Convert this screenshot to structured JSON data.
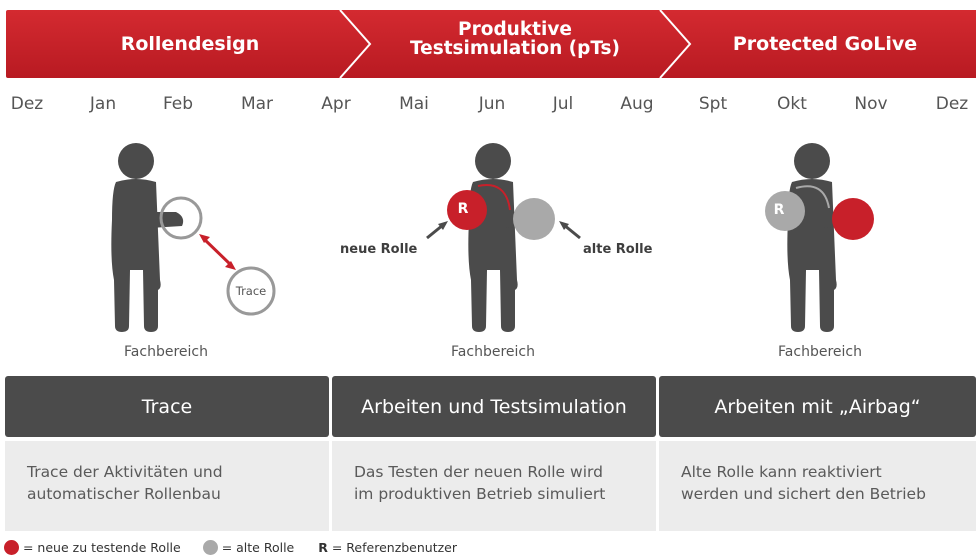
{
  "phases": [
    {
      "label": "Rollendesign"
    },
    {
      "label_line1": "Produktive",
      "label_line2": "Testsimulation (pTs)"
    },
    {
      "label": "Protected GoLive"
    }
  ],
  "months": [
    "Dez",
    "Jan",
    "Feb",
    "Mar",
    "Apr",
    "Mai",
    "Jun",
    "Jul",
    "Aug",
    "Spt",
    "Okt",
    "Nov",
    "Dez"
  ],
  "figures": {
    "left": {
      "label": "Fachbereich",
      "trace_label": "Trace"
    },
    "center": {
      "label": "Fachbereich",
      "r_label": "R",
      "new_role_label": "neue Rolle",
      "old_role_label": "alte Rolle"
    },
    "right": {
      "label": "Fachbereich",
      "r_label": "R"
    }
  },
  "cards": [
    {
      "title": "Trace",
      "line1": "Trace der Aktivitäten und",
      "line2": "automatischer Rollenbau"
    },
    {
      "title": "Arbeiten und Testsimulation",
      "line1": "Das Testen der neuen Rolle wird",
      "line2": "im produktiven Betrieb simuliert"
    },
    {
      "title": "Arbeiten mit „Airbag“",
      "line1": "Alte Rolle kann reaktiviert",
      "line2": "werden und sichert den Betrieb"
    }
  ],
  "legend": {
    "new_role": "= neue zu testende Rolle",
    "old_role": "= alte Rolle",
    "r_key": "R",
    "r_desc": "= Referenzbenutzer"
  },
  "colors": {
    "red": "#c8202a",
    "dark_gray": "#4b4b4b",
    "light_gray": "#a9a9a9",
    "panel_gray": "#ececec"
  }
}
